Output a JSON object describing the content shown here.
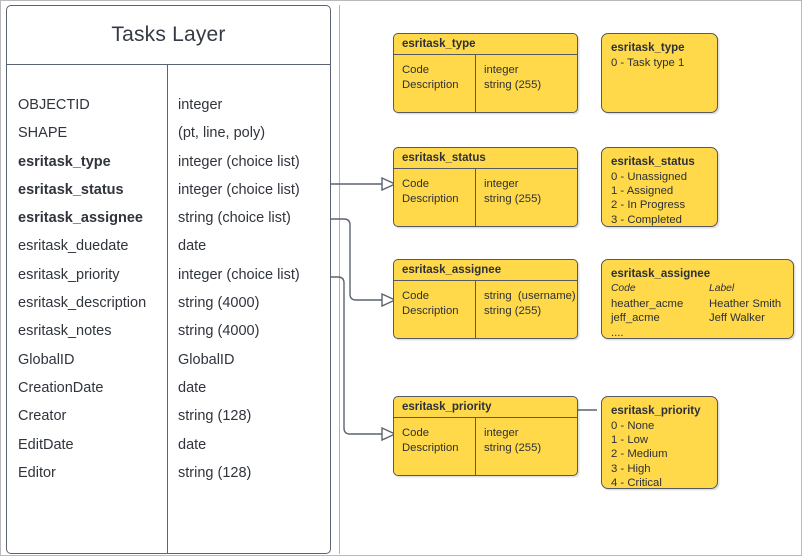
{
  "diagram": {
    "title": "Tasks Layer"
  },
  "layer_table": {
    "title": "Tasks Layer",
    "fields": [
      {
        "name": "OBJECTID",
        "type": "integer",
        "bold": false
      },
      {
        "name": "SHAPE",
        "type": "(pt, line, poly)",
        "bold": false
      },
      {
        "name": "esritask_type",
        "type": "integer (choice list)",
        "bold": true
      },
      {
        "name": "esritask_status",
        "type": "integer (choice list)",
        "bold": true
      },
      {
        "name": "esritask_assignee",
        "type": "string (choice list)",
        "bold": true
      },
      {
        "name": "esritask_duedate",
        "type": "date",
        "bold": false
      },
      {
        "name": "esritask_priority",
        "type": "integer (choice list)",
        "bold": false
      },
      {
        "name": "esritask_description",
        "type": "string (4000)",
        "bold": false
      },
      {
        "name": "esritask_notes",
        "type": "string (4000)",
        "bold": false
      },
      {
        "name": "GlobalID",
        "type": "GlobalID",
        "bold": false
      },
      {
        "name": "CreationDate",
        "type": "date",
        "bold": false
      },
      {
        "name": "Creator",
        "type": "string (128)",
        "bold": false
      },
      {
        "name": "EditDate",
        "type": "date",
        "bold": false
      },
      {
        "name": "Editor",
        "type": "string (128)",
        "bold": false
      }
    ]
  },
  "domain_tables": [
    {
      "key": "type",
      "header": "esritask_type",
      "left_lines": [
        "Code",
        "Description"
      ],
      "right_lines": [
        "integer",
        "string (255)"
      ]
    },
    {
      "key": "status",
      "header": "esritask_status",
      "left_lines": [
        "Code",
        "Description"
      ],
      "right_lines": [
        "integer",
        "string (255)"
      ]
    },
    {
      "key": "assignee",
      "header": "esritask_assignee",
      "left_lines": [
        "Code",
        "Description"
      ],
      "right_lines": [
        "string  (username)",
        "string (255)"
      ]
    },
    {
      "key": "priority",
      "header": "esritask_priority",
      "left_lines": [
        "Code",
        "Description"
      ],
      "right_lines": [
        "integer",
        "string (255)"
      ]
    }
  ],
  "value_cards": [
    {
      "key": "type",
      "title": "esritask_type",
      "lines": [
        "0 - Task type 1"
      ]
    },
    {
      "key": "status",
      "title": "esritask_status",
      "lines": [
        "0 - Unassigned",
        "1 - Assigned",
        "2 - In Progress",
        "3 - Completed"
      ]
    },
    {
      "key": "priority",
      "title": "esritask_priority",
      "lines": [
        "0 - None",
        "1 - Low",
        "2 - Medium",
        "3 - High",
        "4 - Critical"
      ]
    }
  ],
  "assignee_card": {
    "title": "esritask_assignee",
    "header_code": "Code",
    "header_label": "Label",
    "rows": [
      {
        "code": "heather_acme",
        "label": "Heather Smith"
      },
      {
        "code": "jeff_acme",
        "label": "Jeff Walker"
      }
    ],
    "ellipsis": "...."
  },
  "colors": {
    "domain_fill": "#ffd94a",
    "stroke": "#555a60",
    "table_stroke": "#5a6472",
    "connector": "#5b6470",
    "text": "#30343c",
    "canvas_border": "#b8b8bd"
  }
}
